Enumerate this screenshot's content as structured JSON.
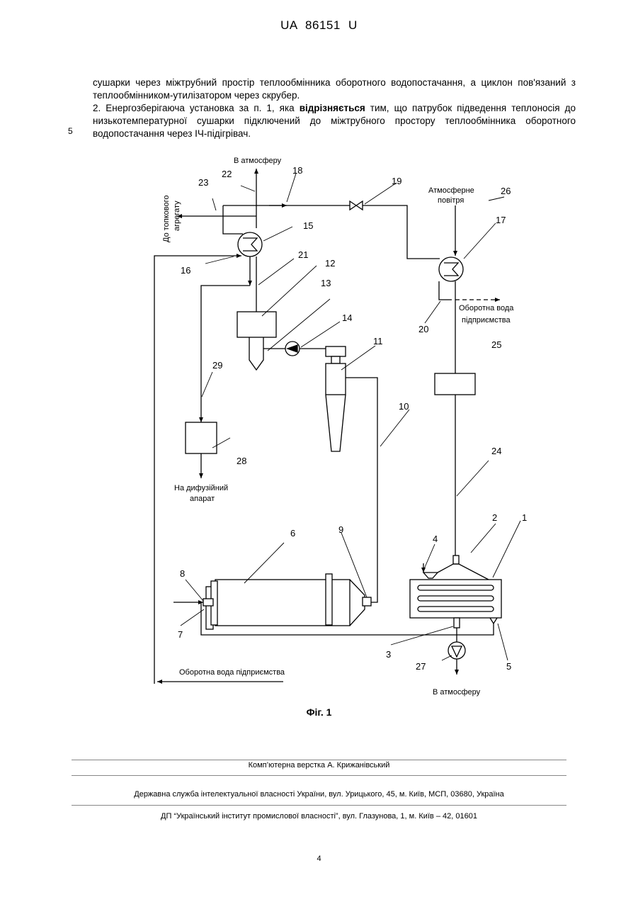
{
  "header": {
    "doc_number": "UA   86151   U"
  },
  "body": {
    "line1": "сушарки через міжтрубний простір теплообмінника оборотного водопостачання, а циклон пов'язаний з теплообмінником-утилізатором через скрубер.",
    "claim2_start": "2. Енергозберігаюча установка за п. 1, яка ",
    "claim2_bold": "відрізняється",
    "claim2_end": " тим, що патрубок підведення теплоносія до низькотемпературної сушарки підключений до міжтрубного простору теплообмінника оборотного водопостачання через ІЧ-підігрівач.",
    "line_number": "5"
  },
  "figure": {
    "to_atmosphere_top": "В атмосферу",
    "to_furnace_line1": "До топкового",
    "to_furnace_line2": "агрегату",
    "atm_air_line1": "Атмосферне",
    "atm_air_line2": "повітря",
    "recycled_water_line1": "Оборотна вода",
    "recycled_water_line2": "підприємства",
    "diffusion_line1": "На дифузійний",
    "diffusion_line2": "апарат",
    "recycled_water_bottom": "Оборотна вода підприємства",
    "to_atmosphere_bottom": "В атмосферу",
    "numbers": [
      "1",
      "2",
      "3",
      "4",
      "5",
      "6",
      "7",
      "8",
      "9",
      "10",
      "11",
      "12",
      "13",
      "14",
      "15",
      "16",
      "17",
      "18",
      "19",
      "20",
      "21",
      "22",
      "23",
      "24",
      "25",
      "26",
      "27",
      "28",
      "29"
    ],
    "caption": "Фіг. 1"
  },
  "footer": {
    "layout": "Комп’ютерна верстка А. Крижанівський",
    "agency": "Державна служба інтелектуальної власності України, вул. Урицького, 45, м. Київ, МСП, 03680, Україна",
    "institute": "ДП “Український інститут промислової власності”, вул. Глазунова, 1, м. Київ – 42, 01601",
    "page_number": "4"
  }
}
